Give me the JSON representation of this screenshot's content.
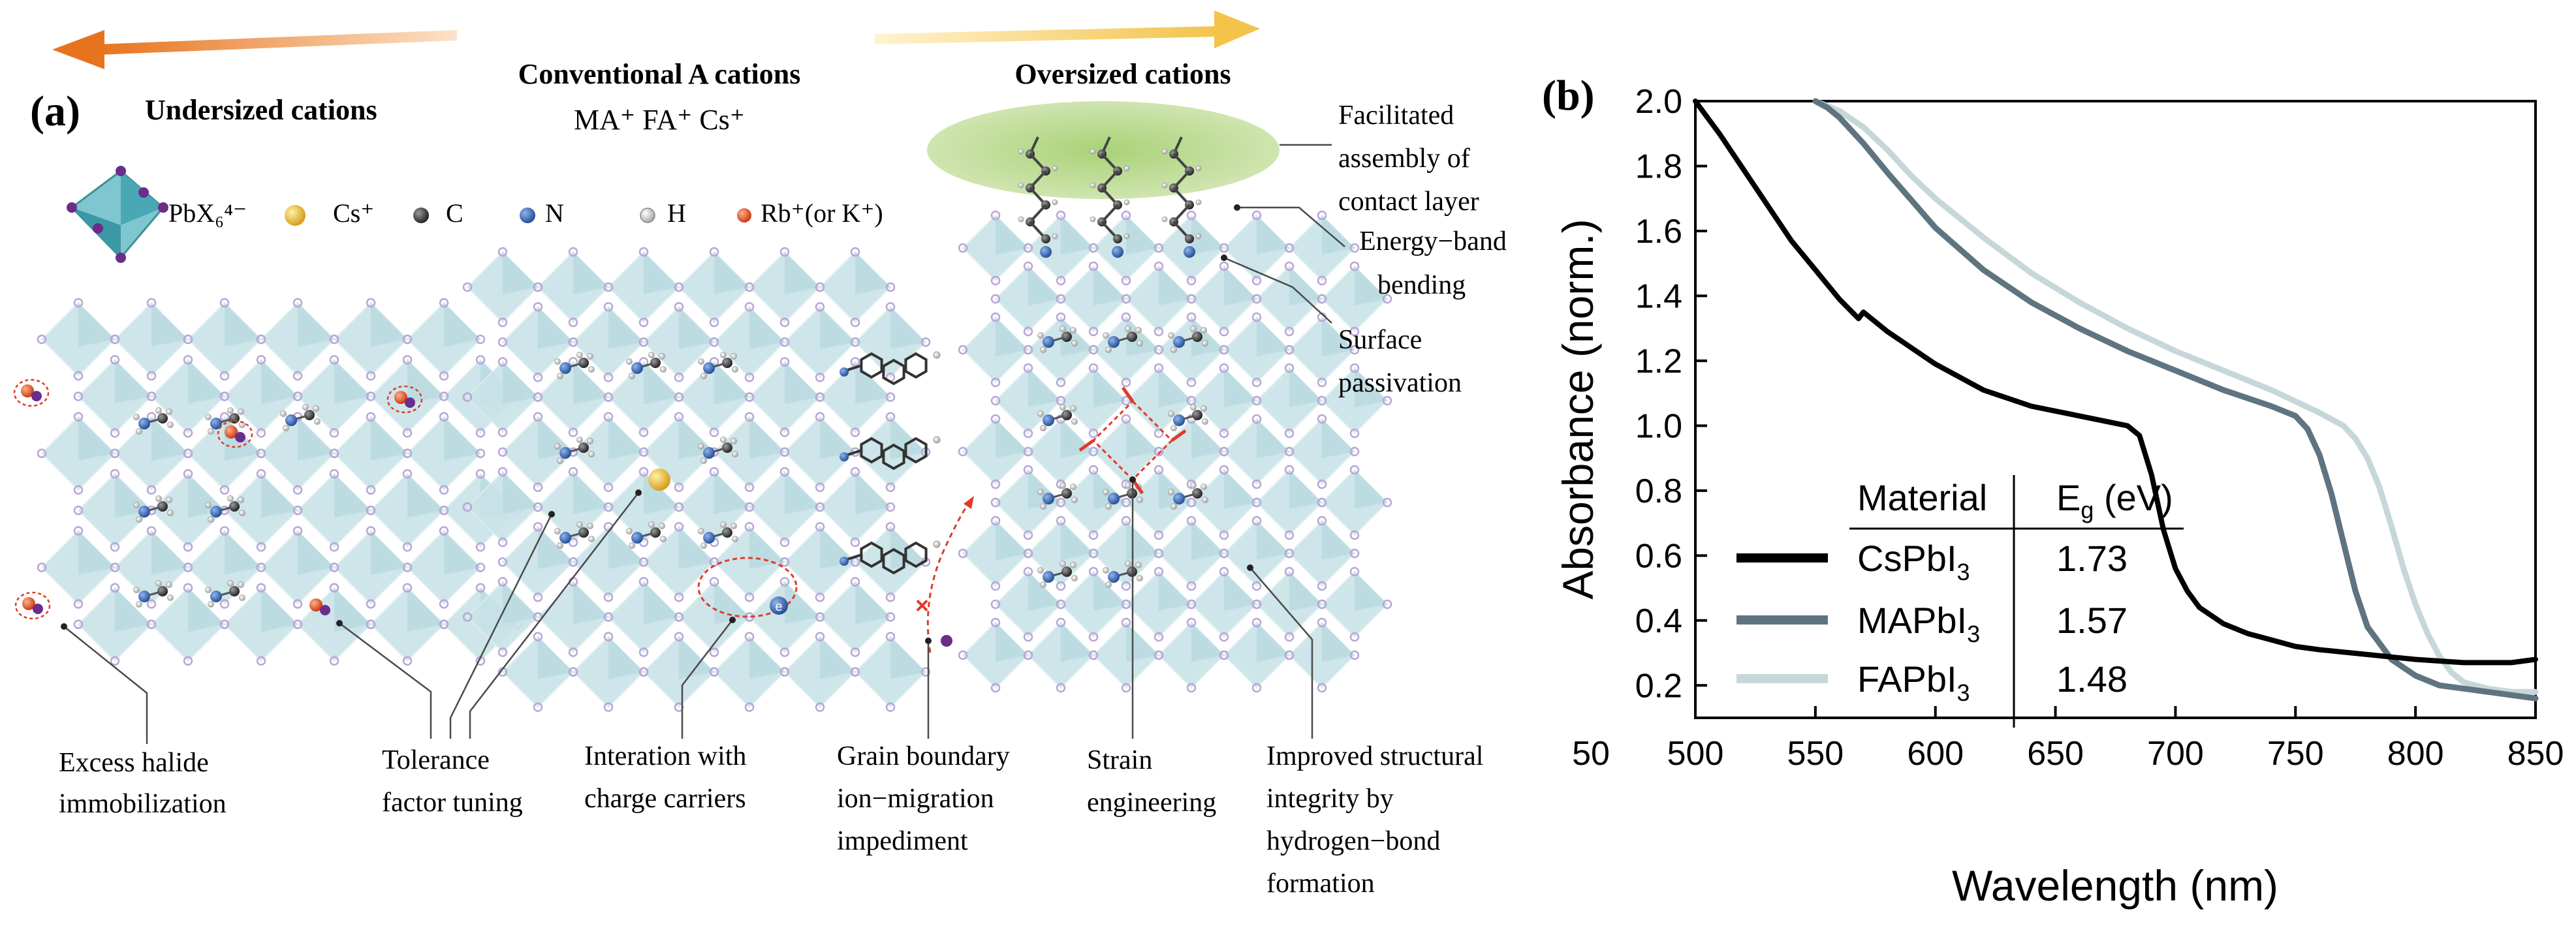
{
  "panel_a": {
    "label": "(a)",
    "headers": {
      "undersized": "Undersized cations",
      "conventional": "Conventional A cations",
      "conventional_sub": "MA⁺ FA⁺ Cs⁺",
      "oversized": "Oversized cations"
    },
    "legend": [
      {
        "icon": "octahedron-icon",
        "label": "PbX₆⁴⁻",
        "color": "#5fb8c6"
      },
      {
        "icon": "cs-atom-icon",
        "label": "Cs⁺",
        "color": "#e8b422"
      },
      {
        "icon": "c-atom-icon",
        "label": "C",
        "color": "#3a3a3a"
      },
      {
        "icon": "n-atom-icon",
        "label": "N",
        "color": "#2d5fa8"
      },
      {
        "icon": "h-atom-icon",
        "label": "H",
        "color": "#e6e6e6"
      },
      {
        "icon": "rb-atom-icon",
        "label": "Rb⁺(or K⁺)",
        "color": "#e2531c"
      }
    ],
    "side_callouts": {
      "contact_layer": [
        "Facilitated",
        "assembly of",
        "contact layer"
      ],
      "band_bending": [
        "Energy−band",
        "bending"
      ],
      "passivation": [
        "Surface",
        "passivation"
      ]
    },
    "bottom_callouts": {
      "halide": [
        "Excess halide",
        "immobilization"
      ],
      "tolerance": [
        "Tolerance",
        "factor tuning"
      ],
      "interaction": [
        "Interation with",
        "charge carriers"
      ],
      "grain": [
        "Grain boundary",
        "ion−migration",
        "impediment"
      ],
      "strain": [
        "Strain",
        "engineering"
      ],
      "integrity": [
        "Improved structural",
        "integrity by",
        "hydrogen−bond",
        "formation"
      ]
    },
    "colors": {
      "arrow_left": "#e8731e",
      "arrow_right": "#f3c34a",
      "lattice_face": "#c9e3e7",
      "halide_dot": "#b9a6d6",
      "green_layer": "#b9d98a",
      "red_highlight": "#e03a2c"
    }
  },
  "panel_b": {
    "label": "(b)",
    "table": {
      "header_material": "Material",
      "header_eg_base": "E",
      "header_eg_sub": "g",
      "header_eg_unit": " (eV)",
      "rows": [
        {
          "material_base": "CsPbI",
          "material_sub": "3",
          "eg": "1.73",
          "color": "#000000"
        },
        {
          "material_base": "MAPbI",
          "material_sub": "3",
          "eg": "1.57",
          "color": "#5e7480"
        },
        {
          "material_base": "FAPbI",
          "material_sub": "3",
          "eg": "1.48",
          "color": "#c7d7d9"
        }
      ]
    }
  },
  "chart_data": {
    "type": "line",
    "xlabel": "Wavelength (nm)",
    "ylabel": "Absorbance (norm.)",
    "xlim": [
      500,
      850
    ],
    "ylim": [
      0.1,
      2.0
    ],
    "xticks": [
      50,
      500,
      550,
      600,
      650,
      700,
      750,
      800,
      850
    ],
    "yticks": [
      0.2,
      0.4,
      0.6,
      0.8,
      1.0,
      1.2,
      1.4,
      1.6,
      1.8,
      2.0
    ],
    "grid": false,
    "series": [
      {
        "name": "CsPbI3",
        "color": "#000000",
        "x": [
          500,
          510,
          520,
          530,
          540,
          550,
          560,
          568,
          570,
          575,
          580,
          600,
          620,
          640,
          660,
          680,
          685,
          690,
          695,
          700,
          705,
          710,
          720,
          730,
          740,
          750,
          760,
          780,
          800,
          820,
          840,
          850
        ],
        "y": [
          2.0,
          1.9,
          1.79,
          1.68,
          1.57,
          1.48,
          1.39,
          1.33,
          1.35,
          1.32,
          1.29,
          1.19,
          1.11,
          1.06,
          1.03,
          1.0,
          0.97,
          0.85,
          0.68,
          0.56,
          0.49,
          0.44,
          0.39,
          0.36,
          0.34,
          0.32,
          0.31,
          0.295,
          0.28,
          0.27,
          0.27,
          0.28
        ]
      },
      {
        "name": "MAPbI3",
        "color": "#5e7480",
        "x": [
          550,
          555,
          560,
          570,
          580,
          600,
          620,
          640,
          660,
          680,
          700,
          720,
          740,
          750,
          755,
          760,
          765,
          770,
          775,
          780,
          790,
          800,
          810,
          820,
          830,
          840,
          850
        ],
        "y": [
          2.0,
          1.98,
          1.95,
          1.87,
          1.78,
          1.61,
          1.48,
          1.38,
          1.3,
          1.23,
          1.17,
          1.11,
          1.06,
          1.03,
          0.99,
          0.91,
          0.79,
          0.64,
          0.49,
          0.38,
          0.28,
          0.23,
          0.2,
          0.19,
          0.18,
          0.17,
          0.16
        ]
      },
      {
        "name": "FAPbI3",
        "color": "#c7d7d9",
        "x": [
          550,
          560,
          570,
          580,
          590,
          600,
          620,
          640,
          660,
          680,
          700,
          720,
          740,
          760,
          770,
          775,
          780,
          785,
          790,
          795,
          800,
          805,
          810,
          815,
          820,
          830,
          840,
          850
        ],
        "y": [
          2.0,
          1.97,
          1.92,
          1.85,
          1.77,
          1.7,
          1.58,
          1.47,
          1.38,
          1.3,
          1.23,
          1.17,
          1.11,
          1.04,
          1.0,
          0.96,
          0.9,
          0.81,
          0.69,
          0.56,
          0.45,
          0.36,
          0.29,
          0.24,
          0.21,
          0.19,
          0.18,
          0.18
        ]
      }
    ]
  }
}
